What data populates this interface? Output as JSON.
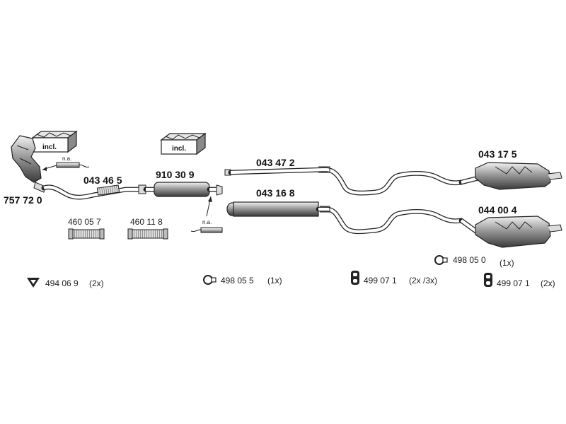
{
  "parts": {
    "catalytic_converter": {
      "number": "757 72 0"
    },
    "front_pipe": {
      "number": "043 46 5"
    },
    "center_silencer": {
      "number": "910 30 9"
    },
    "middle_pipe_upper": {
      "number": "043 47 2"
    },
    "middle_pipe_lower": {
      "number": "043 16 8"
    },
    "rear_silencer_upper": {
      "number": "043 17 5"
    },
    "rear_silencer_lower": {
      "number": "044 00 4"
    },
    "flex_pipe_1": {
      "number": "460 05 7"
    },
    "flex_pipe_2": {
      "number": "460 11 8"
    }
  },
  "incl_boxes": [
    {
      "label": "incl."
    },
    {
      "label": "incl."
    }
  ],
  "sensor_notes": [
    {
      "label": "n.a."
    },
    {
      "label": "n.a."
    }
  ],
  "accessories": [
    {
      "number": "494 06 9",
      "qty": "(2x)",
      "icon": "gasket-triangle-icon"
    },
    {
      "number": "498 05 5",
      "qty": "(1x)",
      "icon": "clamp-ring-icon"
    },
    {
      "number": "499 07 1",
      "qty": "(2x /3x)",
      "icon": "rubber-mount-icon"
    },
    {
      "number": "498 05 0",
      "qty": "(1x)",
      "icon": "clamp-ring-icon"
    },
    {
      "number": "499 07 1",
      "qty": "(2x)",
      "icon": "rubber-mount-icon"
    }
  ]
}
